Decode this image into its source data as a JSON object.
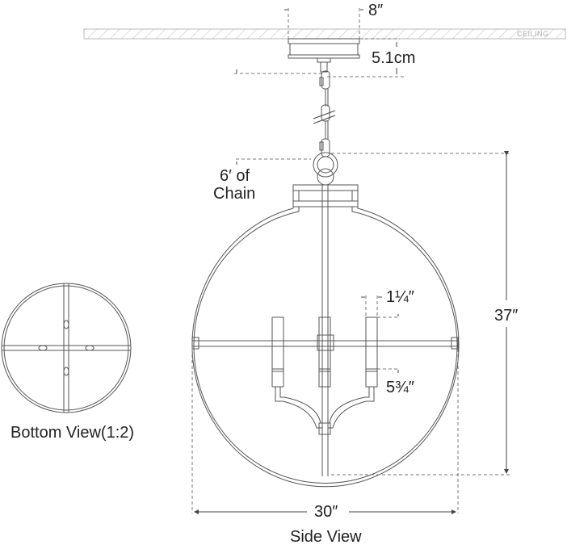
{
  "diagram": {
    "type": "dimension drawing",
    "subject": "globe pendant lantern",
    "ceiling_label": "CEILING",
    "dimensions": {
      "canopy_width": "8″",
      "canopy_height": "5.1cm",
      "chain_length_line1": "6′ of",
      "chain_length_line2": "Chain",
      "overall_height": "37″",
      "overall_width": "30″",
      "candle_width": "1¼″",
      "candle_height": "5¾″"
    },
    "captions": {
      "side_view": "Side View",
      "bottom_view": "Bottom View(1:2)"
    },
    "colors": {
      "line": "#555555",
      "dash": "#777777",
      "hatch": "#bbbbbb",
      "text": "#222222"
    }
  }
}
